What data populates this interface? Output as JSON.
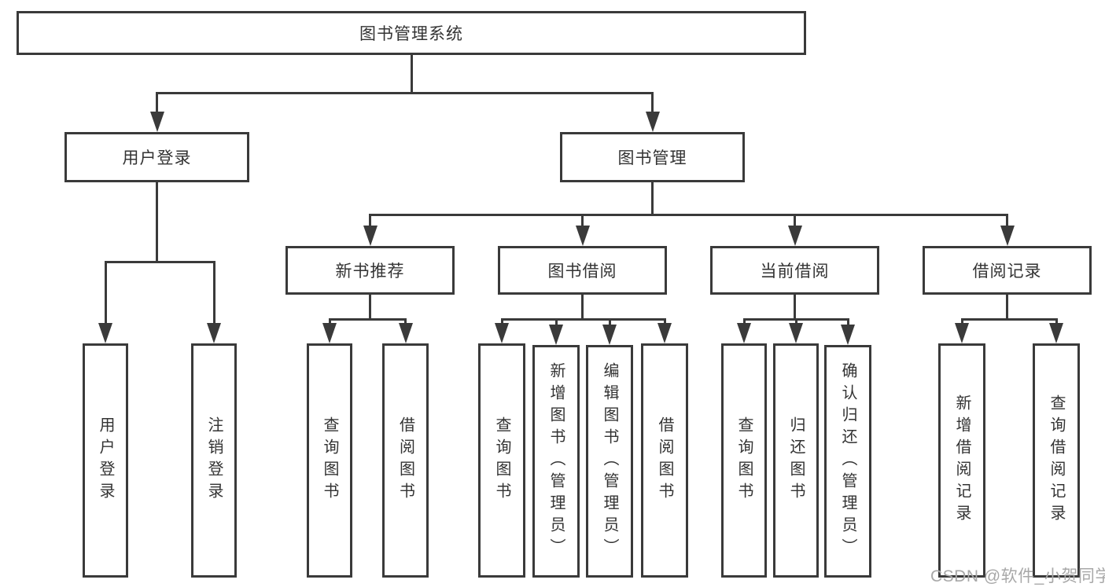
{
  "diagram": {
    "title": "图书管理系统",
    "type": "hierarchy",
    "colors": {
      "line": "#3a3a3a",
      "text": "#333333",
      "background": "#ffffff",
      "watermark": "#a8a8a8"
    },
    "nodes": [
      {
        "id": "root",
        "label": "图书管理系统",
        "parent": null
      },
      {
        "id": "user-login",
        "label": "用户登录",
        "parent": "root"
      },
      {
        "id": "book-mgmt",
        "label": "图书管理",
        "parent": "root"
      },
      {
        "id": "new-book-rec",
        "label": "新书推荐",
        "parent": "book-mgmt"
      },
      {
        "id": "book-borrow",
        "label": "图书借阅",
        "parent": "book-mgmt"
      },
      {
        "id": "current-borrow",
        "label": "当前借阅",
        "parent": "book-mgmt"
      },
      {
        "id": "borrow-records",
        "label": "借阅记录",
        "parent": "book-mgmt"
      },
      {
        "id": "leaf-user-login",
        "label": "用户登录",
        "parent": "user-login"
      },
      {
        "id": "leaf-logout",
        "label": "注销登录",
        "parent": "user-login"
      },
      {
        "id": "leaf-rec-query",
        "label": "查询图书",
        "parent": "new-book-rec"
      },
      {
        "id": "leaf-rec-borrow",
        "label": "借阅图书",
        "parent": "new-book-rec"
      },
      {
        "id": "leaf-bb-query",
        "label": "查询图书",
        "parent": "book-borrow"
      },
      {
        "id": "leaf-bb-add",
        "label": "新增图书（管理员）",
        "parent": "book-borrow"
      },
      {
        "id": "leaf-bb-edit",
        "label": "编辑图书（管理员）",
        "parent": "book-borrow"
      },
      {
        "id": "leaf-bb-borrow",
        "label": "借阅图书",
        "parent": "book-borrow"
      },
      {
        "id": "leaf-cb-query",
        "label": "查询图书",
        "parent": "current-borrow"
      },
      {
        "id": "leaf-cb-return",
        "label": "归还图书",
        "parent": "current-borrow"
      },
      {
        "id": "leaf-cb-confirm",
        "label": "确认归还（管理员）",
        "parent": "current-borrow"
      },
      {
        "id": "leaf-br-add",
        "label": "新增借阅记录",
        "parent": "borrow-records"
      },
      {
        "id": "leaf-br-query",
        "label": "查询借阅记录",
        "parent": "borrow-records"
      }
    ],
    "watermark": "CSDN @软件_小贺同学"
  }
}
